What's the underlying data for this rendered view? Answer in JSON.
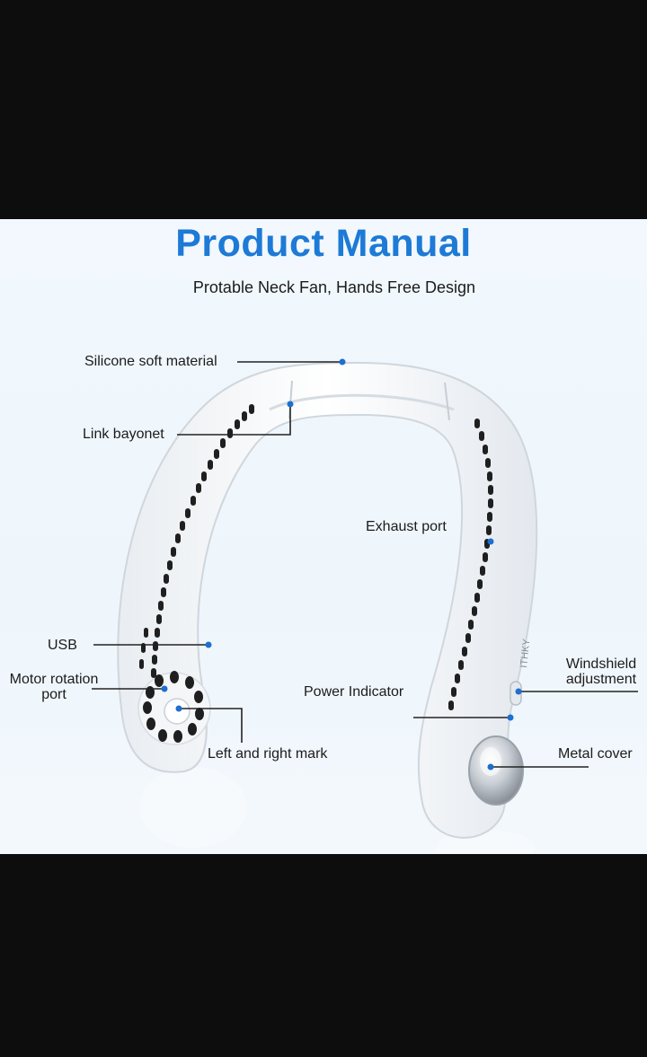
{
  "title": "Product Manual",
  "subtitle": "Protable Neck Fan, Hands Free Design",
  "labels": {
    "silicone": "Silicone soft material",
    "link": "Link bayonet",
    "exhaust": "Exhaust port",
    "usb": "USB",
    "motor_line1": "Motor rotation",
    "motor_line2": "port",
    "power": "Power Indicator",
    "windshield_line1": "Windshield",
    "windshield_line2": "adjustment",
    "left_right": "Left and right mark",
    "metal": "Metal cover"
  },
  "brand_mark": "ITHKY",
  "colors": {
    "title": "#1d7ad6",
    "dot": "#1d6fd0",
    "line": "#222222"
  }
}
